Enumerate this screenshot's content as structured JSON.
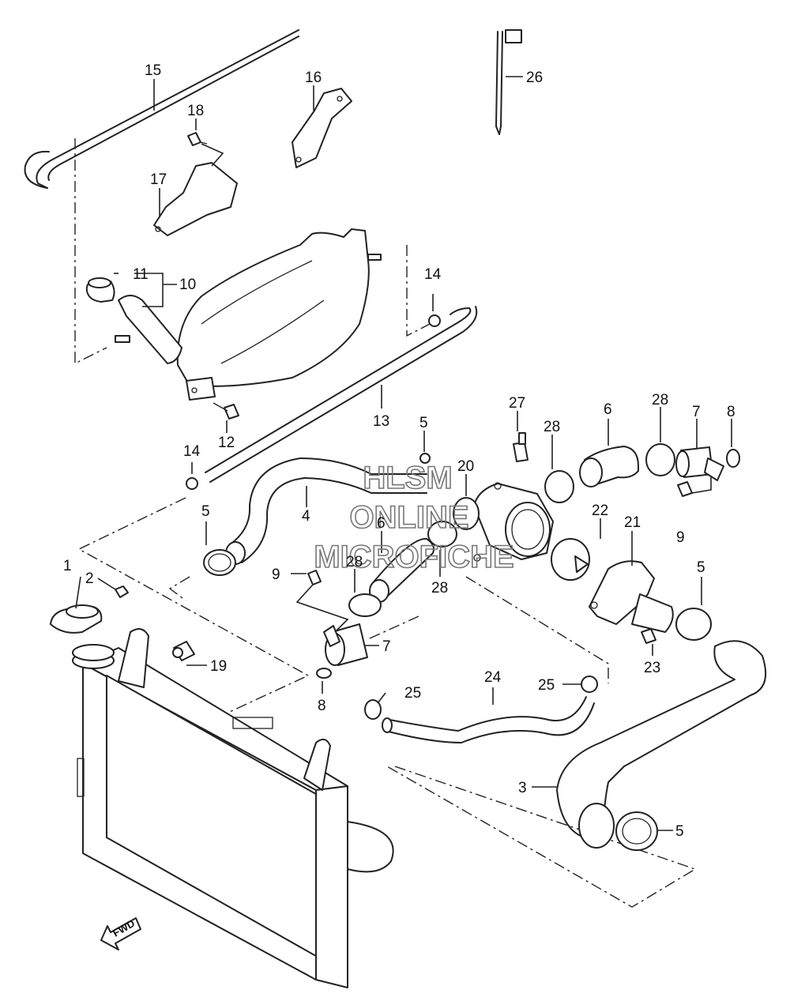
{
  "watermark": {
    "line1": "HLSM",
    "line2": "ONLINE",
    "line3": "MICROFICHE"
  },
  "fwd_label": "FWD",
  "callouts": {
    "c1": "1",
    "c2": "2",
    "c3": "3",
    "c4": "4",
    "c5a": "5",
    "c5b": "5",
    "c5c": "5",
    "c5d": "5",
    "c6a": "6",
    "c6b": "6",
    "c7a": "7",
    "c7b": "7",
    "c8a": "8",
    "c8b": "8",
    "c9a": "9",
    "c9b": "9",
    "c10": "10",
    "c11": "11",
    "c12": "12",
    "c13": "13",
    "c14a": "14",
    "c14b": "14",
    "c15": "15",
    "c16": "16",
    "c17": "17",
    "c18": "18",
    "c19": "19",
    "c20": "20",
    "c21": "21",
    "c22": "22",
    "c23": "23",
    "c24": "24",
    "c25a": "25",
    "c25b": "25",
    "c26": "26",
    "c27": "27",
    "c28a": "28",
    "c28b": "28",
    "c28c": "28",
    "c28d": "28"
  }
}
